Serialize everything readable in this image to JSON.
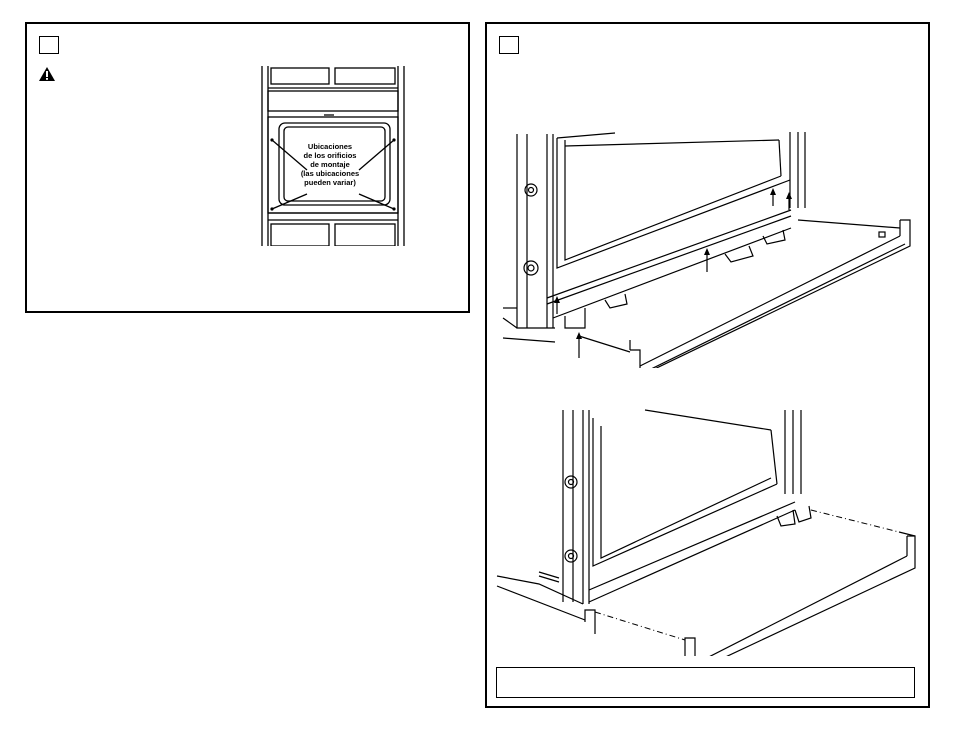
{
  "left_panel": {
    "cabinet_label_lines": [
      "Ubicaciones",
      "de los orificios",
      "de montaje",
      "(las ubicaciones",
      "pueden variar)"
    ]
  },
  "icons": {
    "warning": "warning-triangle-icon"
  },
  "colors": {
    "line": "#000000",
    "background": "#ffffff"
  }
}
